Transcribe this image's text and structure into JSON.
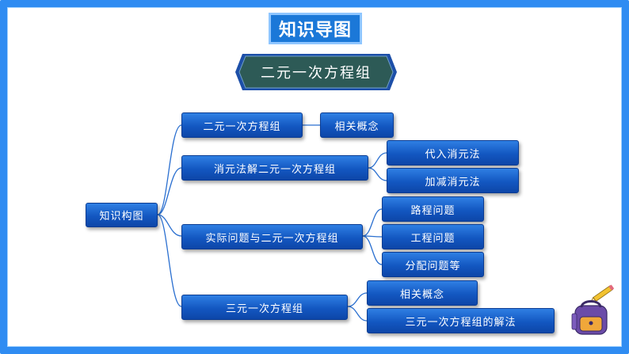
{
  "header": {
    "badge": "知识导图",
    "topic": "二元一次方程组"
  },
  "mindmap": {
    "root": "知识构图",
    "branches": [
      {
        "label": "二元一次方程组",
        "children": [
          "相关概念"
        ]
      },
      {
        "label": "消元法解二元一次方程组",
        "children": [
          "代入消元法",
          "加减消元法"
        ]
      },
      {
        "label": "实际问题与二元一次方程组",
        "children": [
          "路程问题",
          "工程问题",
          "分配问题等"
        ]
      },
      {
        "label": "三元一次方程组",
        "children": [
          "相关概念",
          "三元一次方程组的解法"
        ]
      }
    ]
  },
  "colors": {
    "frame": "#2f8cf2",
    "node_blue": "#1357c1",
    "hex_fill": "#2d5a56",
    "connector": "#2a6fd0"
  },
  "decoration_icon": "backpack-pencil-icon"
}
